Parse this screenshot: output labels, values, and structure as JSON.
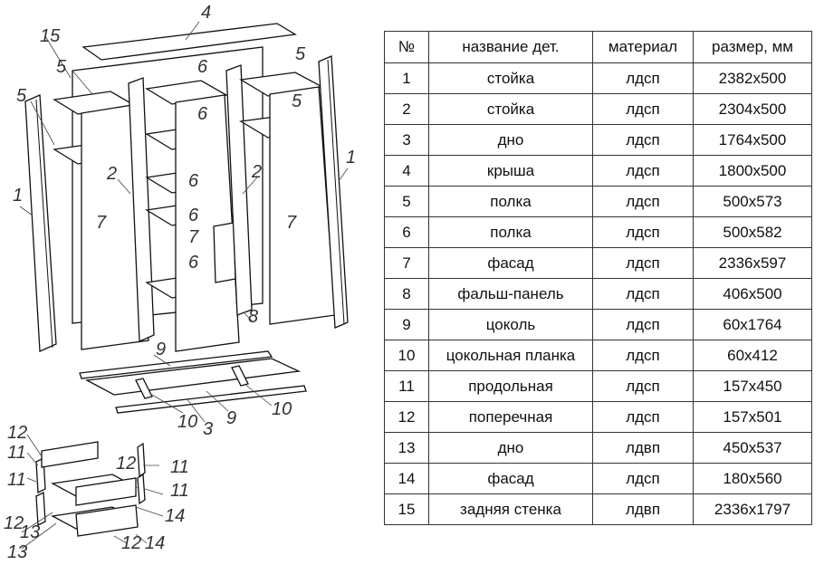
{
  "table": {
    "headers": [
      "№",
      "название дет.",
      "материал",
      "размер, мм"
    ],
    "rows": [
      [
        "1",
        "стойка",
        "лдсп",
        "2382x500"
      ],
      [
        "2",
        "стойка",
        "лдсп",
        "2304x500"
      ],
      [
        "3",
        "дно",
        "лдсп",
        "1764x500"
      ],
      [
        "4",
        "крыша",
        "лдсп",
        "1800x500"
      ],
      [
        "5",
        "полка",
        "лдсп",
        "500x573"
      ],
      [
        "6",
        "полка",
        "лдсп",
        "500x582"
      ],
      [
        "7",
        "фасад",
        "лдсп",
        "2336x597"
      ],
      [
        "8",
        "фальш-панель",
        "лдсп",
        "406x500"
      ],
      [
        "9",
        "цоколь",
        "лдсп",
        "60x1764"
      ],
      [
        "10",
        "цокольная планка",
        "лдсп",
        "60x412"
      ],
      [
        "11",
        "продольная",
        "лдсп",
        "157x450"
      ],
      [
        "12",
        "поперечная",
        "лдсп",
        "157x501"
      ],
      [
        "13",
        "дно",
        "лдвп",
        "450x537"
      ],
      [
        "14",
        "фасад",
        "лдсп",
        "180x560"
      ],
      [
        "15",
        "задняя стенка",
        "лдвп",
        "2336x1797"
      ]
    ]
  },
  "drawing": {
    "labels": [
      "4",
      "15",
      "5",
      "6",
      "5",
      "5",
      "6",
      "5",
      "1",
      "2",
      "6",
      "2",
      "1",
      "7",
      "6",
      "7",
      "7",
      "6",
      "8",
      "9",
      "10",
      "3",
      "9",
      "10",
      "12",
      "11",
      "12",
      "11",
      "11",
      "11",
      "14",
      "12",
      "13",
      "13",
      "12",
      "14"
    ]
  }
}
